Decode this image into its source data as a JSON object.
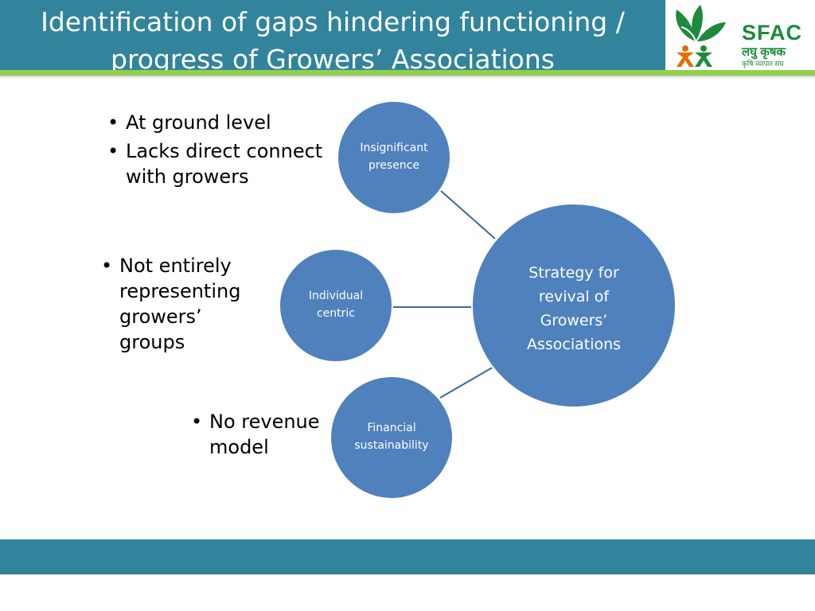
{
  "slide": {
    "title": "Identification of gaps hindering functioning / progress of Growers’ Associations"
  },
  "logo": {
    "name": "SFAC",
    "hindi_line1": "लघु कृषक",
    "hindi_line2": "कृषि व्यापार संघ"
  },
  "diagram": {
    "center": {
      "label": "Strategy for revival of Growers’ Associations"
    },
    "nodes": [
      {
        "label": "Insignificant presence"
      },
      {
        "label": "Individual centric"
      },
      {
        "label": "Financial sustainability"
      }
    ]
  },
  "bullet_groups": [
    {
      "items": [
        "At ground level",
        "Lacks direct connect with growers"
      ]
    },
    {
      "items": [
        "Not entirely representing growers’ groups"
      ]
    },
    {
      "items": [
        "No revenue model"
      ]
    }
  ],
  "colors": {
    "header": "#31849b",
    "accent_line": "#92d050",
    "bubble_fill": "#4f81bd",
    "connector": "#3a6a9a",
    "logo_green": "#1d8a3c",
    "logo_orange": "#e36c0a"
  }
}
